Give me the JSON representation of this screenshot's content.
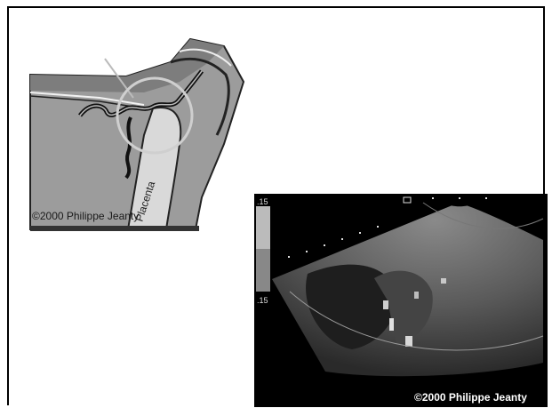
{
  "diagram": {
    "label": "Placenta",
    "credit": "©2000 Philippe Jeanty"
  },
  "ultrasound": {
    "scale_top": ".15",
    "scale_bottom": ".15",
    "credit": "©2000 Philippe Jeanty"
  }
}
